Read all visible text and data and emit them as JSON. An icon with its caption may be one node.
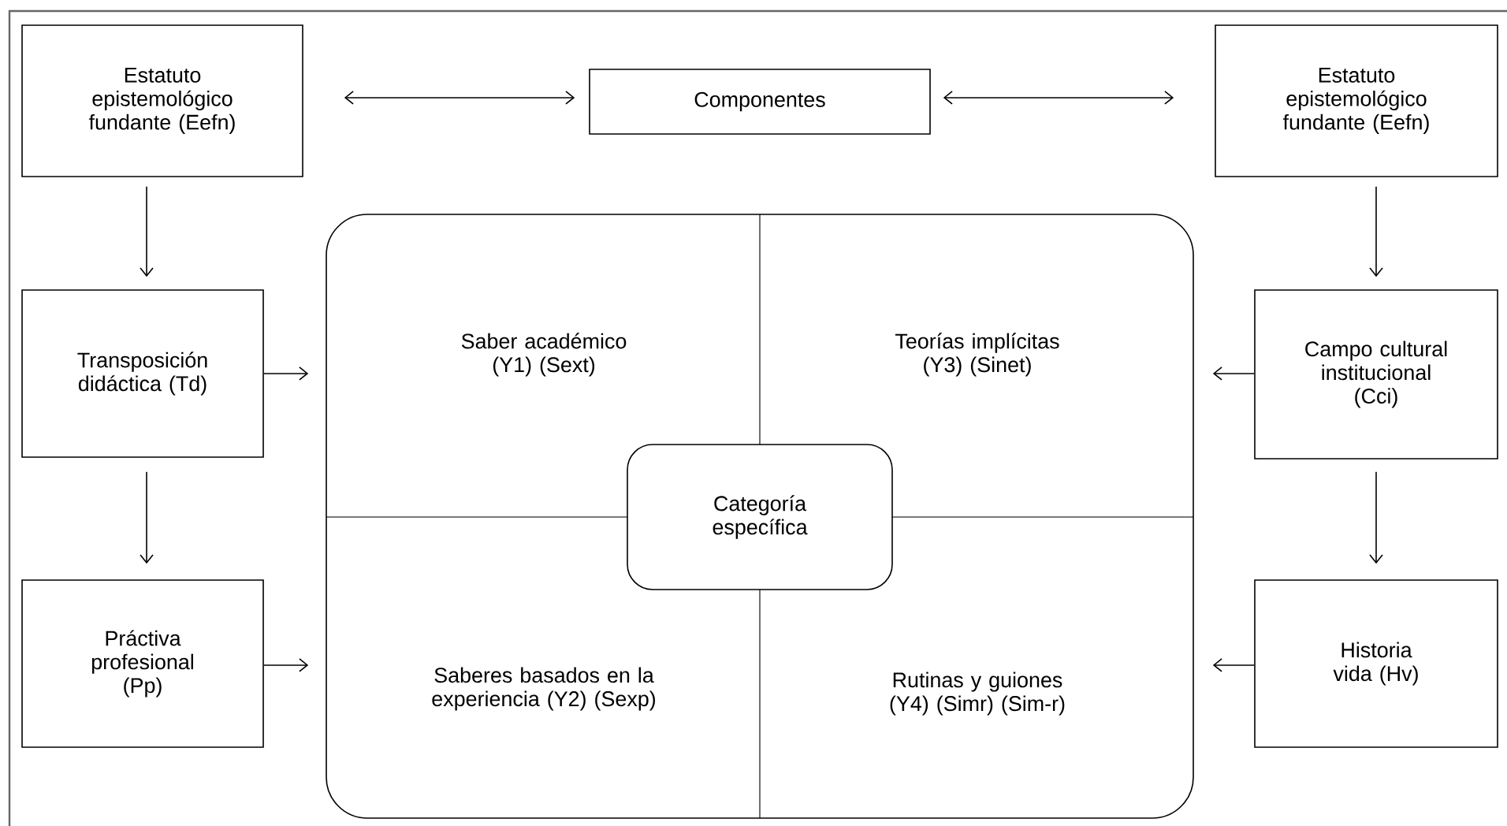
{
  "diagram": {
    "nodes": [
      {
        "text": [
          "Estatuto epistemológico fundante (Eefn)"
        ]
      },
      {
        "text": [
          "Componentes"
        ]
      },
      {
        "text": [
          "Estatuto epistemológico fundante (Eefn)"
        ]
      },
      {
        "text": [
          "Transposición didáctica (Td)"
        ]
      },
      {
        "text": [],
        "shape": "box"
      },
      {
        "text": [
          "Saber académico (Y1) (Sext)"
        ],
        "in": 4
      },
      {
        "text": [
          "Teorías implícitas (Y3) (Sinet)"
        ],
        "in": 4
      },
      {
        "text": [
          "Categoría específica"
        ],
        "in": 4
      },
      {
        "text": [
          "Saberes basados en la experiencia (Y2) (Sexp)"
        ],
        "in": 4
      },
      {
        "text": [
          "Rutinas y guiones (Y4) (Simr) (Sim-r)"
        ],
        "in": 4
      },
      {
        "text": [
          "Campo cultural institucional (Cci)"
        ]
      },
      {
        "text": [
          "Práctiva profesional (Pp)"
        ]
      },
      {
        "text": [
          "Historia vida (Hv)"
        ]
      }
    ],
    "edges": [
      {
        "from": 0,
        "to": 1,
        "arrow": "both"
      },
      {
        "from": 1,
        "to": 2,
        "arrow": "both"
      },
      {
        "from": 0,
        "to": 3,
        "arrow": "to"
      },
      {
        "from": 2,
        "to": 10,
        "arrow": "to"
      },
      {
        "from": 3,
        "to": 4,
        "arrow": "to"
      },
      {
        "from": 10,
        "to": 4,
        "arrow": "to"
      },
      {
        "from": 3,
        "to": 11,
        "arrow": "to"
      },
      {
        "from": 10,
        "to": 12,
        "arrow": "to"
      },
      {
        "from": 11,
        "to": 4,
        "arrow": "to"
      },
      {
        "from": 12,
        "to": 4,
        "arrow": "to"
      }
    ]
  }
}
